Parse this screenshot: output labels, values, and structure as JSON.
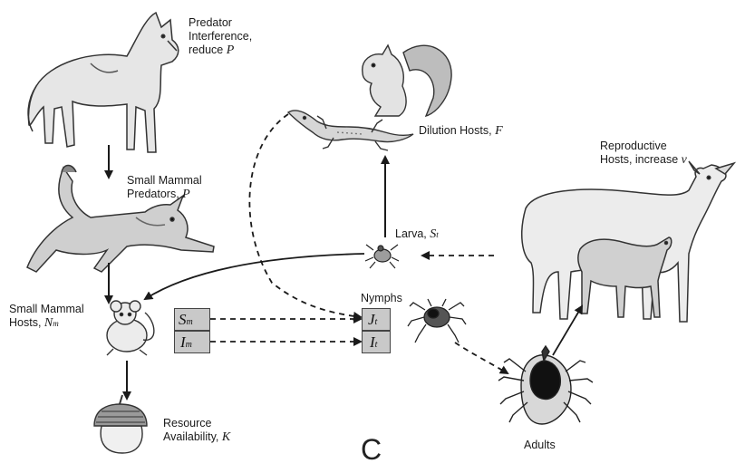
{
  "labels": {
    "predator_line1": "Predator",
    "predator_line2": "Interference,",
    "predator_line3": "reduce",
    "predator_var": "P",
    "small_pred_line1": "Small Mammal",
    "small_pred_line2": "Predators,",
    "small_pred_var": "P",
    "dilution_text": "Dilution Hosts,",
    "dilution_var": "F",
    "repro_line1": "Reproductive",
    "repro_line2": "Hosts, increase",
    "repro_var": "v",
    "larva_text": "Larva,",
    "larva_var": "S",
    "larva_sub": "t",
    "hosts_line1": "Small Mammal",
    "hosts_line2": "Hosts,",
    "hosts_var": "N",
    "hosts_sub": "m",
    "nymphs": "Nymphs",
    "resource_line1": "Resource",
    "resource_line2": "Availability,",
    "resource_var": "K",
    "adults": "Adults",
    "panel": "C"
  },
  "boxes": {
    "sm": "S",
    "sm_sub": "m",
    "im": "I",
    "im_sub": "m",
    "jt": "J",
    "jt_sub": "t",
    "it": "I",
    "it_sub": "t"
  },
  "colors": {
    "ink": "#1a1a1a",
    "box_fill": "#c9c9c9"
  }
}
